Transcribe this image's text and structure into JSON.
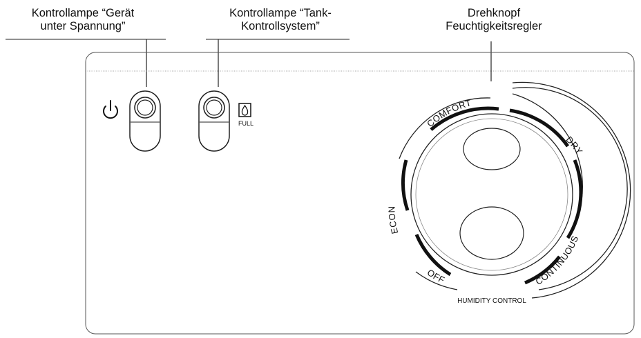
{
  "callouts": {
    "power_lamp": {
      "line1": "Kontrollampe “Gerät",
      "line2": "unter Spannung”"
    },
    "tank_lamp": {
      "line1": "Kontrollampe “Tank-",
      "line2": "Kontrollsystem”"
    },
    "knob": {
      "line1": "Drehknopf",
      "line2": "Feuchtigkeitsregler"
    }
  },
  "panel": {
    "full_label": "FULL",
    "humidity_control_label": "HUMIDITY CONTROL"
  },
  "dial": {
    "positions": [
      "OFF",
      "ECON",
      "COMFORT",
      "DRY",
      "CONTINUOUS"
    ]
  },
  "icons": {
    "power": "power-icon",
    "water_drop": "water-drop-icon"
  }
}
